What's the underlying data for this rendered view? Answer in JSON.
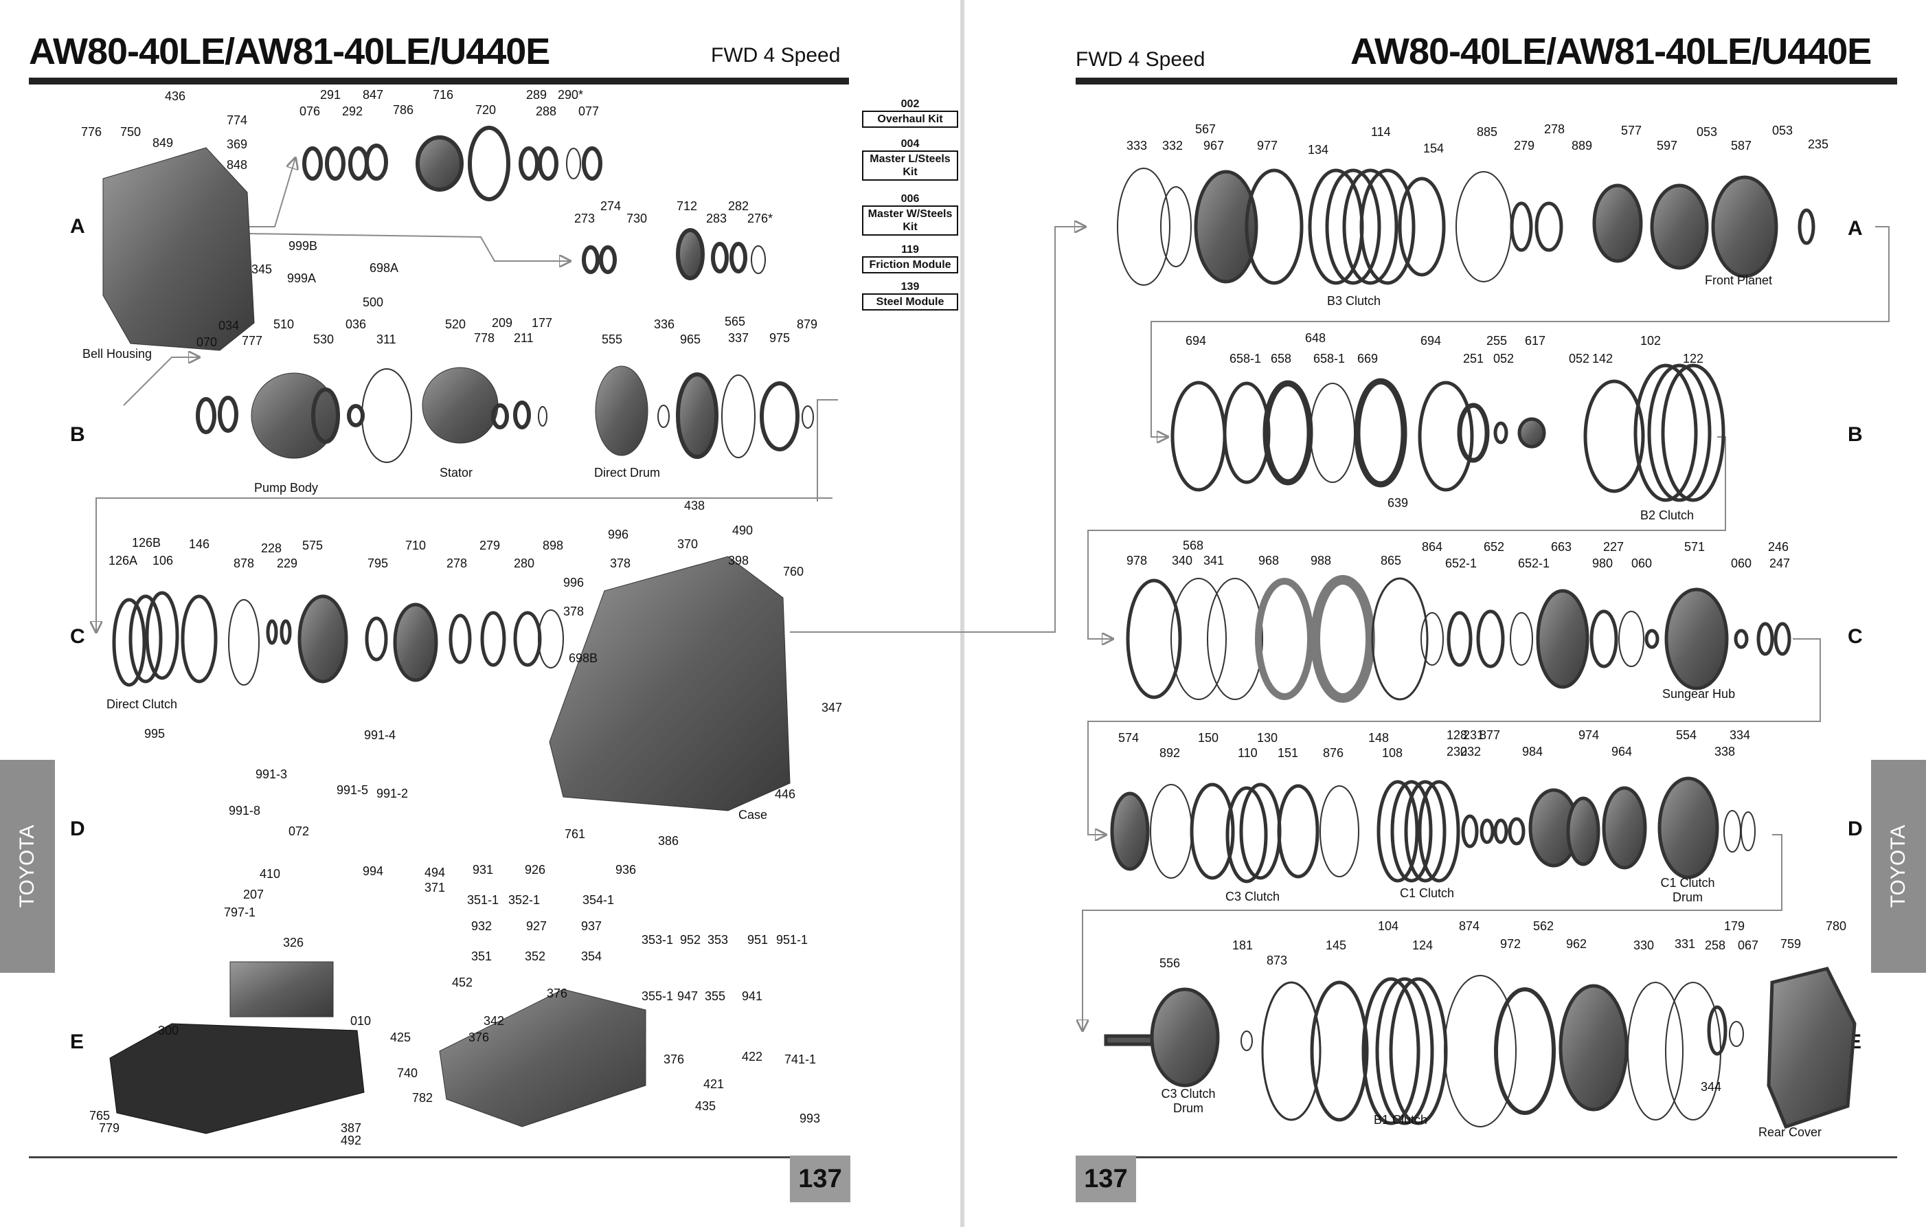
{
  "left": {
    "title": "AW80-40LE/AW81-40LE/U440E",
    "subtitle": "FWD 4 Speed",
    "page_number": "137",
    "side_tab": "TOYOTA",
    "rows": [
      "A",
      "B",
      "C",
      "D",
      "E"
    ],
    "kits": [
      {
        "num": "002",
        "label": "Overhaul Kit"
      },
      {
        "num": "004",
        "label": "Master L/Steels Kit"
      },
      {
        "num": "006",
        "label": "Master W/Steels Kit"
      },
      {
        "num": "119",
        "label": "Friction Module"
      },
      {
        "num": "139",
        "label": "Steel Module"
      }
    ],
    "captions": {
      "bell_housing": "Bell Housing",
      "pump_body": "Pump Body",
      "stator": "Stator",
      "direct_drum": "Direct Drum",
      "direct_clutch": "Direct Clutch",
      "case": "Case"
    },
    "part_numbers": {
      "a": [
        "436",
        "774",
        "369",
        "849",
        "848",
        "776",
        "750",
        "076",
        "291",
        "292",
        "847",
        "786",
        "716",
        "720",
        "289",
        "288",
        "290*",
        "077",
        "273",
        "274",
        "730",
        "712",
        "283",
        "282",
        "276*",
        "999B",
        "999A",
        "698A",
        "345",
        "500"
      ],
      "b": [
        "070",
        "034",
        "777",
        "510",
        "530",
        "036",
        "311",
        "520",
        "778",
        "209",
        "211",
        "177",
        "555",
        "336",
        "565",
        "965",
        "337",
        "975",
        "879"
      ],
      "c": [
        "126A",
        "126B",
        "106",
        "146",
        "878",
        "228",
        "229",
        "575",
        "795",
        "710",
        "278",
        "279",
        "280",
        "898",
        "438",
        "996",
        "370",
        "490",
        "378",
        "398",
        "996",
        "378",
        "760",
        "698B",
        "347"
      ],
      "d": [
        "995",
        "991-4",
        "991-3",
        "991-5",
        "991-2",
        "991-8",
        "072",
        "410",
        "207",
        "797-1",
        "994",
        "761",
        "386",
        "446",
        "494",
        "371",
        "931",
        "926",
        "936",
        "351-1",
        "352-1",
        "354-1",
        "932",
        "927",
        "937",
        "351",
        "352",
        "354"
      ],
      "e": [
        "326",
        "010",
        "300",
        "765",
        "779",
        "387",
        "492",
        "452",
        "376",
        "342",
        "425",
        "376",
        "740",
        "782",
        "353-1",
        "952",
        "353",
        "951",
        "951-1",
        "355-1",
        "947",
        "355",
        "941",
        "376",
        "422",
        "421",
        "741-1",
        "435",
        "993"
      ]
    }
  },
  "right": {
    "title": "AW80-40LE/AW81-40LE/U440E",
    "subtitle": "FWD 4 Speed",
    "page_number": "137",
    "side_tab": "TOYOTA",
    "rows": [
      "A",
      "B",
      "C",
      "D",
      "E"
    ],
    "captions": {
      "b3_clutch": "B3 Clutch",
      "front_planet": "Front Planet",
      "b2_clutch": "B2 Clutch",
      "sungear_hub": "Sungear Hub",
      "c3_clutch": "C3 Clutch",
      "c1_clutch": "C1 Clutch",
      "c1_clutch_drum": "C1 Clutch Drum",
      "c3_clutch_drum": "C3 Clutch Drum",
      "b1_clutch": "B1 Clutch",
      "rear_cover": "Rear Cover"
    },
    "part_numbers": {
      "a": [
        "567",
        "333",
        "332",
        "967",
        "977",
        "134",
        "114",
        "154",
        "885",
        "279",
        "278",
        "889",
        "577",
        "597",
        "053",
        "587",
        "053",
        "235"
      ],
      "b": [
        "648",
        "694",
        "658-1",
        "658",
        "658-1",
        "669",
        "694",
        "251",
        "255",
        "052",
        "617",
        "052",
        "142",
        "102",
        "122",
        "639"
      ],
      "c": [
        "568",
        "978",
        "340",
        "341",
        "968",
        "988",
        "865",
        "864",
        "652-1",
        "652",
        "652-1",
        "663",
        "227",
        "980",
        "060",
        "571",
        "060",
        "246",
        "247"
      ],
      "d": [
        "574",
        "892",
        "150",
        "110",
        "130",
        "151",
        "876",
        "148",
        "108",
        "128",
        "230",
        "231",
        "232",
        "877",
        "984",
        "974",
        "964",
        "554",
        "338",
        "334"
      ],
      "e": [
        "556",
        "181",
        "873",
        "145",
        "104",
        "124",
        "874",
        "562",
        "972",
        "962",
        "330",
        "331",
        "258",
        "179",
        "067",
        "759",
        "780",
        "344"
      ]
    }
  }
}
